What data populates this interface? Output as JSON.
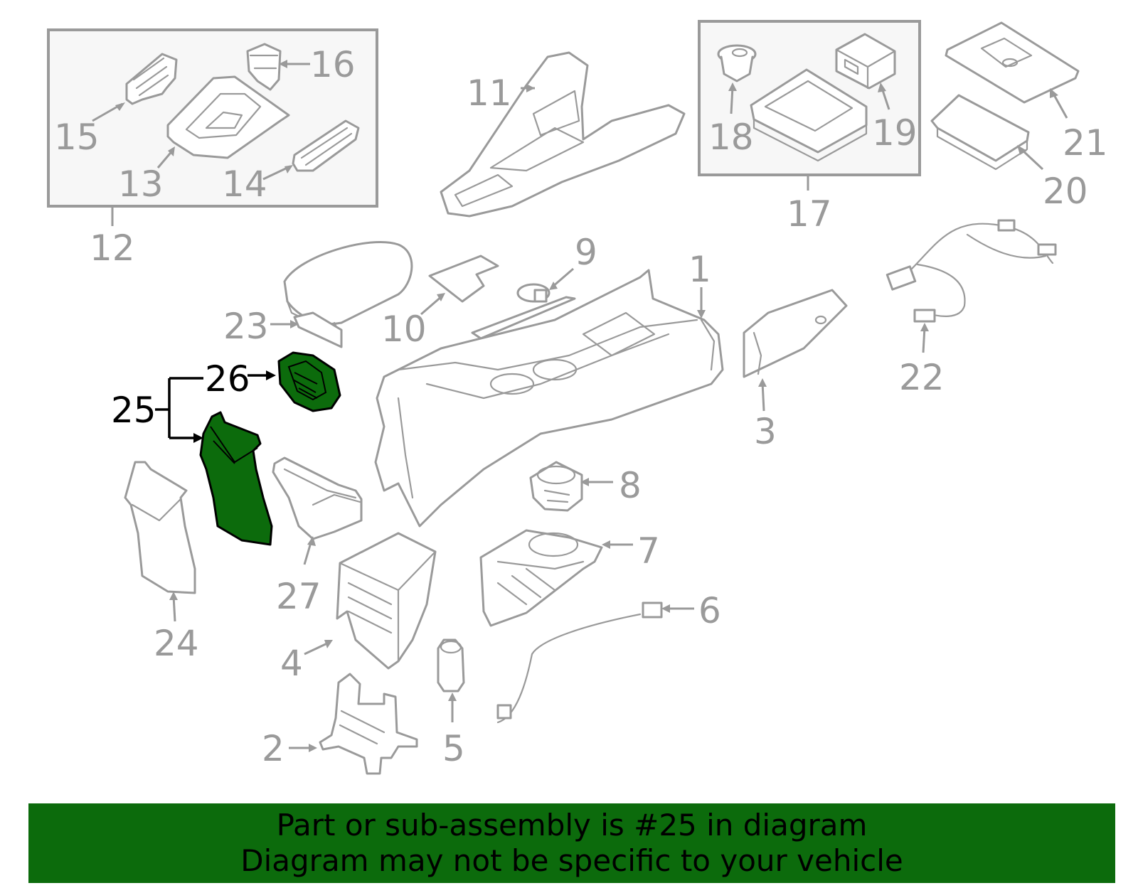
{
  "callouts": [
    {
      "id": "1",
      "text": "1"
    },
    {
      "id": "2",
      "text": "2"
    },
    {
      "id": "3",
      "text": "3"
    },
    {
      "id": "4",
      "text": "4"
    },
    {
      "id": "5",
      "text": "5"
    },
    {
      "id": "6",
      "text": "6"
    },
    {
      "id": "7",
      "text": "7"
    },
    {
      "id": "8",
      "text": "8"
    },
    {
      "id": "9",
      "text": "9"
    },
    {
      "id": "10",
      "text": "10"
    },
    {
      "id": "11",
      "text": "11"
    },
    {
      "id": "12",
      "text": "12"
    },
    {
      "id": "13",
      "text": "13"
    },
    {
      "id": "14",
      "text": "14"
    },
    {
      "id": "15",
      "text": "15"
    },
    {
      "id": "16",
      "text": "16"
    },
    {
      "id": "17",
      "text": "17"
    },
    {
      "id": "18",
      "text": "18"
    },
    {
      "id": "19",
      "text": "19"
    },
    {
      "id": "20",
      "text": "20"
    },
    {
      "id": "21",
      "text": "21"
    },
    {
      "id": "22",
      "text": "22"
    },
    {
      "id": "23",
      "text": "23"
    },
    {
      "id": "24",
      "text": "24"
    },
    {
      "id": "25",
      "text": "25"
    },
    {
      "id": "26",
      "text": "26"
    },
    {
      "id": "27",
      "text": "27"
    }
  ],
  "highlighted_part": "25",
  "colors": {
    "highlight": "#0c6b0c",
    "line": "#9a9a9a",
    "banner": "#0c6b0c",
    "text_dark": "#000000"
  },
  "banner": {
    "line1": "Part or sub-assembly is #25 in diagram",
    "line2": "Diagram may not be specific to your vehicle"
  }
}
